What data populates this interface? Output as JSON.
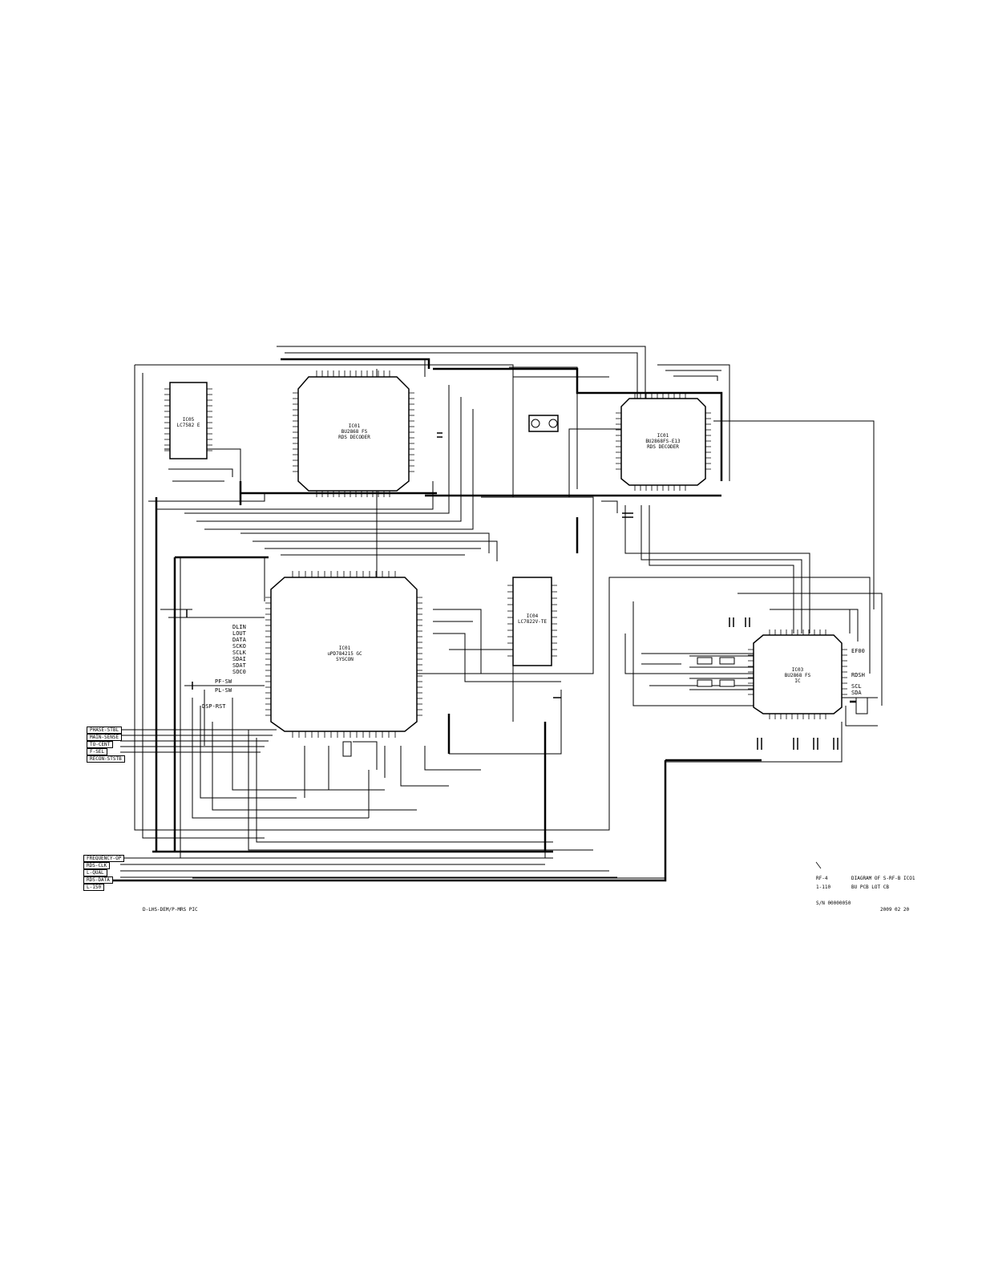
{
  "chips": [
    {
      "id": "ic_top_center",
      "ref": "IC01",
      "part": "BU2868 FS",
      "role": "RDS DECODER"
    },
    {
      "id": "ic_top_right",
      "ref": "IC01",
      "part": "BU2868FS-E13",
      "role": "RDS DECODER"
    },
    {
      "id": "ic_main",
      "ref": "IC01",
      "part": "uPD784215 GC",
      "role": "SYSCON"
    },
    {
      "id": "ic_bottom_right",
      "ref": "IC03",
      "part": "BU2868 FS",
      "role": "IC"
    },
    {
      "id": "ic_small_left",
      "ref": "IC05",
      "part": "LC7582 E",
      "role": ""
    },
    {
      "id": "ic_small_right",
      "ref": "IC04",
      "part": "LC7822V-TE",
      "role": ""
    }
  ],
  "connectors_left": [
    "PHASE-STBL",
    "MAIN-SENSE",
    "TO-CENT",
    "F-SEL",
    "RECON-STSTB"
  ],
  "connectors_bottom": [
    "FREQUENCY-OP",
    "RDS-CLK",
    "L-QUAL",
    "RDS-DATA",
    "L-1S0"
  ],
  "left_signals": [
    "DLIN",
    "LOUT",
    "DATA",
    "SCKO",
    "SCLK",
    "SDAI",
    "SDAT",
    "SOC0"
  ],
  "left_signals_2": [
    "PF-SW",
    "PL-SW",
    "DSP-RST"
  ],
  "right_signals": [
    "EF00",
    "RDSH",
    "SCL",
    "SDA"
  ],
  "title_block": {
    "line1_left": "RF-4",
    "line1_right": "DIAGRAM OF S-RF-B ICO1",
    "line2_left": "1-110",
    "line2_right": "BU  PCB  LOT  CB",
    "line3_left": "S/N 00000050",
    "date": "2009 02 20"
  },
  "footer_left": "D-LHS-DEM/P-MRS PIC",
  "colors": {
    "line": "#000000",
    "background": "#ffffff"
  }
}
